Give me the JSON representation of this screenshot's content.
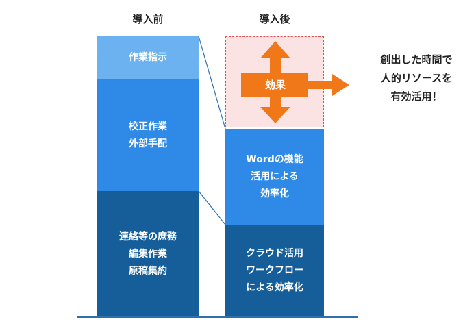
{
  "before": {
    "heading": "導入前",
    "segments": [
      {
        "lines": [
          "作業指示"
        ],
        "color": "#6cb2f0"
      },
      {
        "lines": [
          "校正作業",
          "外部手配"
        ],
        "color": "#2e8ae6"
      },
      {
        "lines": [
          "連絡等の庶務",
          "編集作業",
          "原稿集約"
        ],
        "color": "#155e9a"
      }
    ]
  },
  "after": {
    "heading": "導入後",
    "effect_label": "効果",
    "segments": [
      {
        "lines": [
          "Wordの機能",
          "活用による",
          "効率化"
        ],
        "color": "#2e8ae6"
      },
      {
        "lines": [
          "クラウド活用",
          "ワークフロー",
          "による効率化"
        ],
        "color": "#155e9a"
      }
    ]
  },
  "note": {
    "lines": [
      "創出した時間で",
      "人的リソースを",
      "有効活用！"
    ]
  },
  "colors": {
    "arrow": "#f07818",
    "effect_fill": "#fbe3e3",
    "effect_border": "#e05050",
    "baseline": "#2e6fb0"
  }
}
